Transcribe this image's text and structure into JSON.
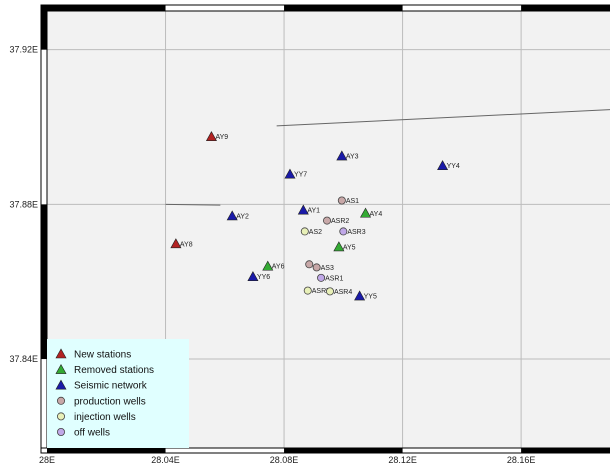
{
  "chart_data": {
    "type": "scatter",
    "x_ticks": [
      "28E",
      "28.04E",
      "28.08E",
      "28.12E",
      "28.16E"
    ],
    "x_tick_values": [
      28.0,
      28.04,
      28.08,
      28.12,
      28.16
    ],
    "y_ticks": [
      "37.92E",
      "37.88E",
      "37.84E"
    ],
    "y_tick_values": [
      37.92,
      37.88,
      37.84
    ],
    "xlim": [
      28.0,
      28.19
    ],
    "ylim": [
      37.817,
      37.93
    ],
    "grid": true,
    "legend_placement": "bottom-left",
    "categories": [
      {
        "key": "new",
        "label": "New stations",
        "marker": "triangle",
        "color": "#b22222"
      },
      {
        "key": "removed",
        "label": "Removed stations",
        "marker": "triangle",
        "color": "#33aa33"
      },
      {
        "key": "seismic",
        "label": "Seismic network",
        "marker": "triangle",
        "color": "#1a1aa8"
      },
      {
        "key": "production",
        "label": "production wells",
        "marker": "circle",
        "color": "#c8a8a8"
      },
      {
        "key": "injection",
        "label": "injection wells",
        "marker": "circle",
        "color": "#e8f0b8"
      },
      {
        "key": "off",
        "label": "off wells",
        "marker": "circle",
        "color": "#c0a8e8"
      }
    ],
    "points": [
      {
        "label": "AY9",
        "x": 28.0555,
        "y": 37.8975,
        "cat": "new"
      },
      {
        "label": "AY8",
        "x": 28.0435,
        "y": 37.8698,
        "cat": "new"
      },
      {
        "label": "AY4",
        "x": 28.1075,
        "y": 37.8777,
        "cat": "removed"
      },
      {
        "label": "AY5",
        "x": 28.0985,
        "y": 37.869,
        "cat": "removed"
      },
      {
        "label": "AY6",
        "x": 28.0745,
        "y": 37.864,
        "cat": "removed"
      },
      {
        "label": "AY3",
        "x": 28.0995,
        "y": 37.8925,
        "cat": "seismic"
      },
      {
        "label": "YY4",
        "x": 28.1335,
        "y": 37.89,
        "cat": "seismic"
      },
      {
        "label": "YY7",
        "x": 28.082,
        "y": 37.8878,
        "cat": "seismic"
      },
      {
        "label": "AY1",
        "x": 28.0865,
        "y": 37.8785,
        "cat": "seismic"
      },
      {
        "label": "AY2",
        "x": 28.0625,
        "y": 37.877,
        "cat": "seismic"
      },
      {
        "label": "YY6",
        "x": 28.0695,
        "y": 37.8613,
        "cat": "seismic"
      },
      {
        "label": "YY5",
        "x": 28.1055,
        "y": 37.8563,
        "cat": "seismic"
      },
      {
        "label": "AS1",
        "x": 28.0995,
        "y": 37.881,
        "cat": "production"
      },
      {
        "label": "ASR2",
        "x": 28.0945,
        "y": 37.8758,
        "cat": "production"
      },
      {
        "label": "",
        "x": 28.0885,
        "y": 37.8645,
        "cat": "production"
      },
      {
        "label": "AS3",
        "x": 28.091,
        "y": 37.8637,
        "cat": "production"
      },
      {
        "label": "AS2",
        "x": 28.087,
        "y": 37.873,
        "cat": "injection"
      },
      {
        "label": "ASR5",
        "x": 28.088,
        "y": 37.8577,
        "cat": "injection"
      },
      {
        "label": "ASR4",
        "x": 28.0955,
        "y": 37.8575,
        "cat": "injection"
      },
      {
        "label": "ASR3",
        "x": 28.1,
        "y": 37.873,
        "cat": "off"
      },
      {
        "label": "ASR1",
        "x": 28.0925,
        "y": 37.861,
        "cat": "off"
      }
    ],
    "lines": [
      {
        "name": "fault",
        "x": [
          28.0775,
          28.19
        ],
        "y": [
          37.9003,
          37.9045
        ]
      },
      {
        "name": "boundary",
        "x": [
          28.04,
          28.0585
        ],
        "y": [
          37.88,
          37.8798
        ]
      }
    ]
  }
}
